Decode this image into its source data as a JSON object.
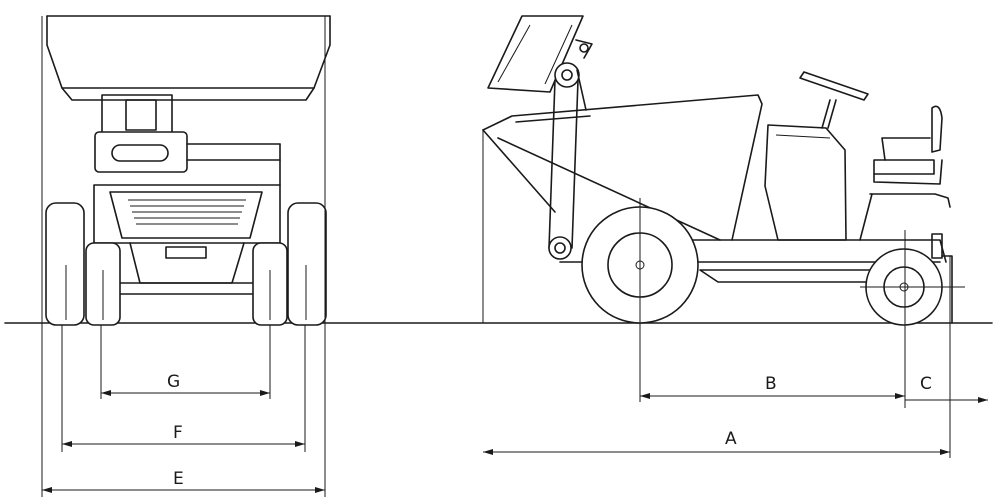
{
  "labels": {
    "a": "A",
    "b": "B",
    "c": "C",
    "e": "E",
    "f": "F",
    "g": "G"
  }
}
